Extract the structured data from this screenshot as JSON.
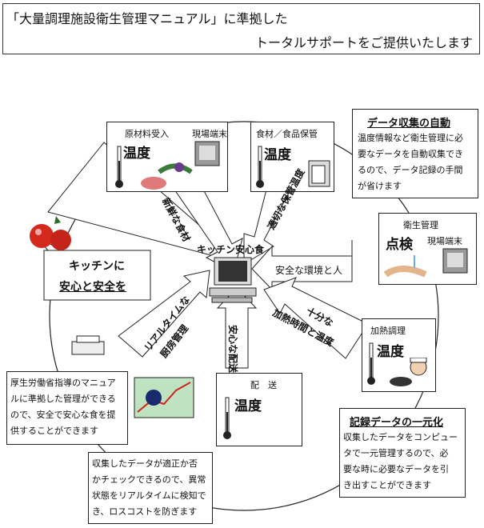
{
  "header": {
    "line1": "「大量調理施設衛生管理マニュアル」に準拠した",
    "line2": "トータルサポートをご提供いたします"
  },
  "center": {
    "label": "キッチン安心食"
  },
  "cards": {
    "raw_material": {
      "title": "原材料受入",
      "terminal": "現場端末",
      "big": "温度"
    },
    "storage": {
      "title": "食材／食品保管",
      "big": "温度"
    },
    "hygiene": {
      "title": "衛生管理",
      "terminal": "現場端末",
      "big": "点検"
    },
    "heating": {
      "title": "加熱調理",
      "big": "温度"
    },
    "delivery": {
      "title": "配　送",
      "big": "温度"
    }
  },
  "arrows": {
    "fresh": "新鮮な食材",
    "storage_temp": "適切な保管温度",
    "safe_env": "安全な環境と人",
    "heating": [
      "十分な",
      "加熱時間と温度"
    ],
    "safe_delivery": "安心な配送",
    "realtime": [
      "リアルタイムな",
      "厨房管理"
    ]
  },
  "callout": {
    "line1": "キッチンに",
    "line2": "安心と安全を"
  },
  "notes": {
    "data_collection": {
      "title": "データ収集の自動",
      "lines": [
        "温度情報など衛生管理に必",
        "要なデータを自動収集でき",
        "るので、データ記録の手間",
        "が省けます"
      ]
    },
    "records": {
      "title": "記録データの一元化",
      "lines": [
        "収集したデータをコンピュー",
        "タで一元管理するので、必",
        "要な時に必要なデータを引",
        "き出すことができます"
      ]
    },
    "manual": {
      "lines": [
        "厚生労働省指導のマニュア",
        "ルに準拠した管理ができる",
        "ので、安全で安心な食を提",
        "供することができます"
      ]
    },
    "check": {
      "lines": [
        "収集したデータが適正か否",
        "かチェックできるので、異常",
        "状態をリアルタイムに検知で",
        "き、ロスコストを防ぎます"
      ]
    }
  },
  "colors": {
    "accent_shadow": "#bbbbbb",
    "line": "#222222"
  }
}
